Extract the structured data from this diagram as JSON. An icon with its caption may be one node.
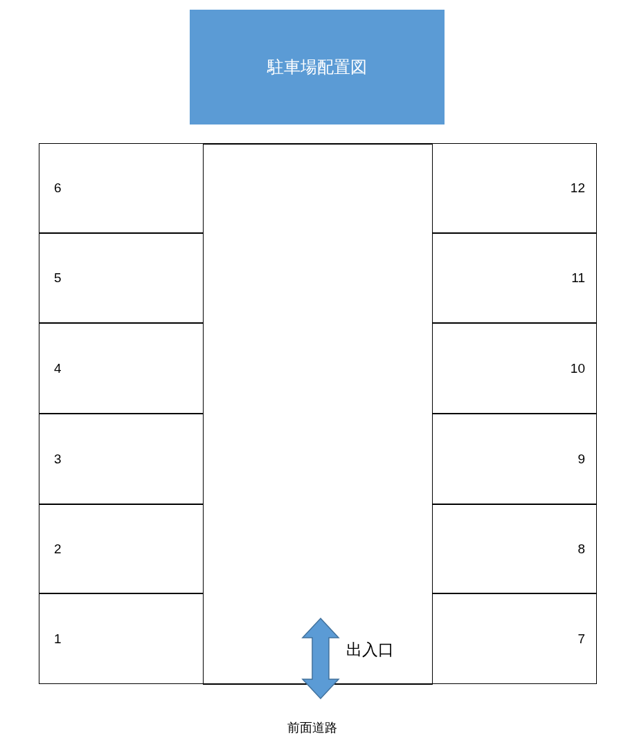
{
  "diagram": {
    "nodes": [
      {
        "text": [
          "駐車場配置図"
        ]
      },
      {
        "text": [
          "6"
        ]
      },
      {
        "text": [
          "5"
        ]
      },
      {
        "text": [
          "4"
        ]
      },
      {
        "text": [
          "3"
        ]
      },
      {
        "text": [
          "2"
        ]
      },
      {
        "text": [
          "1"
        ]
      },
      {
        "text": [],
        "shape": "box"
      },
      {
        "text": [
          "12"
        ]
      },
      {
        "text": [
          "11"
        ]
      },
      {
        "text": [
          "10"
        ]
      },
      {
        "text": [
          "9"
        ]
      },
      {
        "text": [
          "8"
        ]
      },
      {
        "text": [
          "7"
        ]
      }
    ],
    "labels": [
      "出入口",
      "前面道路"
    ]
  }
}
